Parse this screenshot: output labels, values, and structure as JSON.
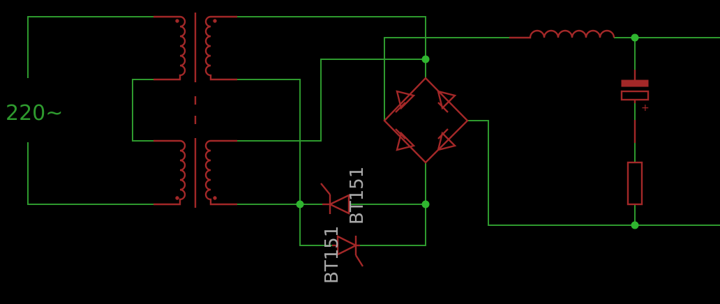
{
  "source_label": "220~",
  "thyristors": [
    {
      "label": "BT151"
    },
    {
      "label": "BT151"
    }
  ],
  "capacitor": {
    "polarity_mark": "+"
  },
  "colors": {
    "background": "#000000",
    "wire": "#2e9a2e",
    "junction": "#2fb52f",
    "component": "#a32828",
    "part_label": "#a8a8a8"
  }
}
